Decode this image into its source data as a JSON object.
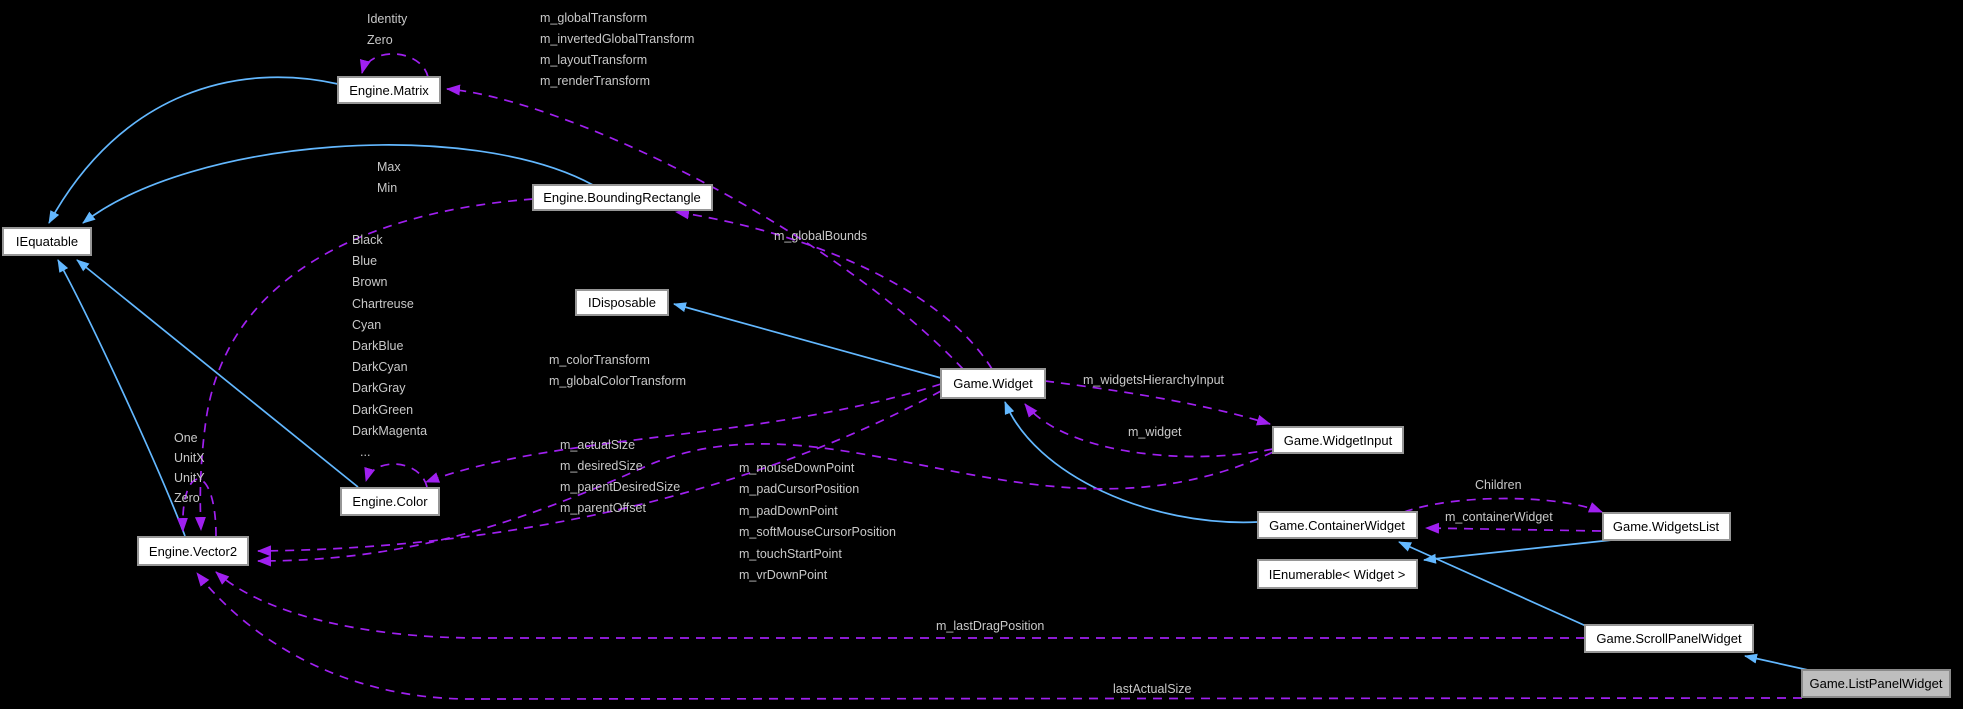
{
  "diagram": {
    "title": "collaboration-graph",
    "colors": {
      "background": "#000000",
      "inheritance_edge": "#63b8ff",
      "usage_edge": "#a020f0",
      "edge_label_text": "#c8c8c8",
      "node_fill": "#ffffff",
      "node_border": "#969696",
      "node_text": "#000000",
      "current_node_fill": "#bebebe"
    },
    "nodes": {
      "iequatable": {
        "label": "IEquatable"
      },
      "engine_matrix": {
        "label": "Engine.Matrix"
      },
      "engine_bounding_rectangle": {
        "label": "Engine.BoundingRectangle"
      },
      "idisposable": {
        "label": "IDisposable"
      },
      "engine_color": {
        "label": "Engine.Color"
      },
      "engine_vector2": {
        "label": "Engine.Vector2"
      },
      "game_widget": {
        "label": "Game.Widget"
      },
      "game_widget_input": {
        "label": "Game.WidgetInput"
      },
      "game_container_widget": {
        "label": "Game.ContainerWidget"
      },
      "game_widgets_list": {
        "label": "Game.WidgetsList"
      },
      "ienumerable_widget": {
        "label": "IEnumerable< Widget >"
      },
      "game_scroll_panel_widget": {
        "label": "Game.ScrollPanelWidget"
      },
      "game_list_panel_widget": {
        "label": "Game.ListPanelWidget"
      }
    },
    "edge_labels": {
      "matrix_self": [
        "Identity",
        "Zero"
      ],
      "widget_to_matrix": [
        "m_globalTransform",
        "m_invertedGlobalTransform",
        "m_layoutTransform",
        "m_renderTransform"
      ],
      "br_to_vector": [
        "Max",
        "Min"
      ],
      "color_self": [
        "Black",
        "Blue",
        "Brown",
        "Chartreuse",
        "Cyan",
        "DarkBlue",
        "DarkCyan",
        "DarkGray",
        "DarkGreen",
        "DarkMagenta",
        "..."
      ],
      "widget_to_br": "m_globalBounds",
      "widget_to_color": [
        "m_colorTransform",
        "m_globalColorTransform"
      ],
      "widget_to_vector": [
        "m_actualSize",
        "m_desiredSize",
        "m_parentDesiredSize",
        "m_parentOffset"
      ],
      "widgetinput_to_vector": [
        "m_mouseDownPoint",
        "m_padCursorPosition",
        "m_padDownPoint",
        "m_softMouseCursorPosition",
        "m_touchStartPoint",
        "m_vrDownPoint"
      ],
      "widget_to_widgetinput": "m_widgetsHierarchyInput",
      "widgetinput_to_widget": "m_widget",
      "container_to_widgetslist": "Children",
      "widgetslist_to_container": "m_containerWidget",
      "scrollpanel_to_vector": "m_lastDragPosition",
      "listpanel_to_vector": "lastActualSize",
      "vector_self": [
        "One",
        "UnitX",
        "UnitY",
        "Zero"
      ]
    }
  }
}
